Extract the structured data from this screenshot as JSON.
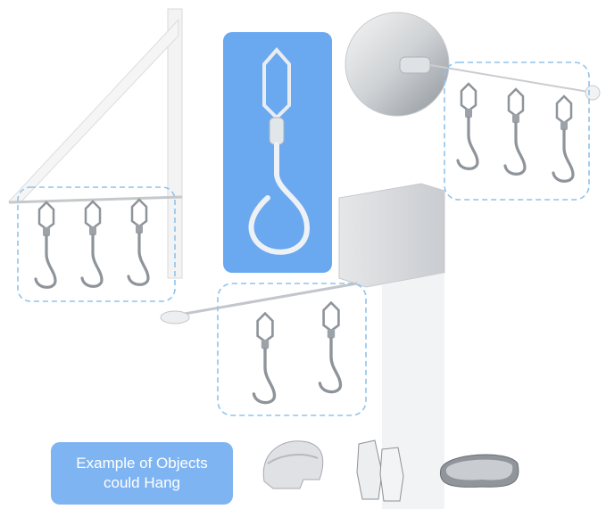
{
  "caption": {
    "line1": "Example of Objects",
    "line2": "could Hang"
  },
  "objects": [
    "helmet",
    "gloves",
    "goggles"
  ],
  "colors": {
    "highlight_panel": "#6aa9f0",
    "caption_background": "#7fb4f2",
    "dashed_outline": "#8fc3ec",
    "metal": "#9aa0a6"
  }
}
